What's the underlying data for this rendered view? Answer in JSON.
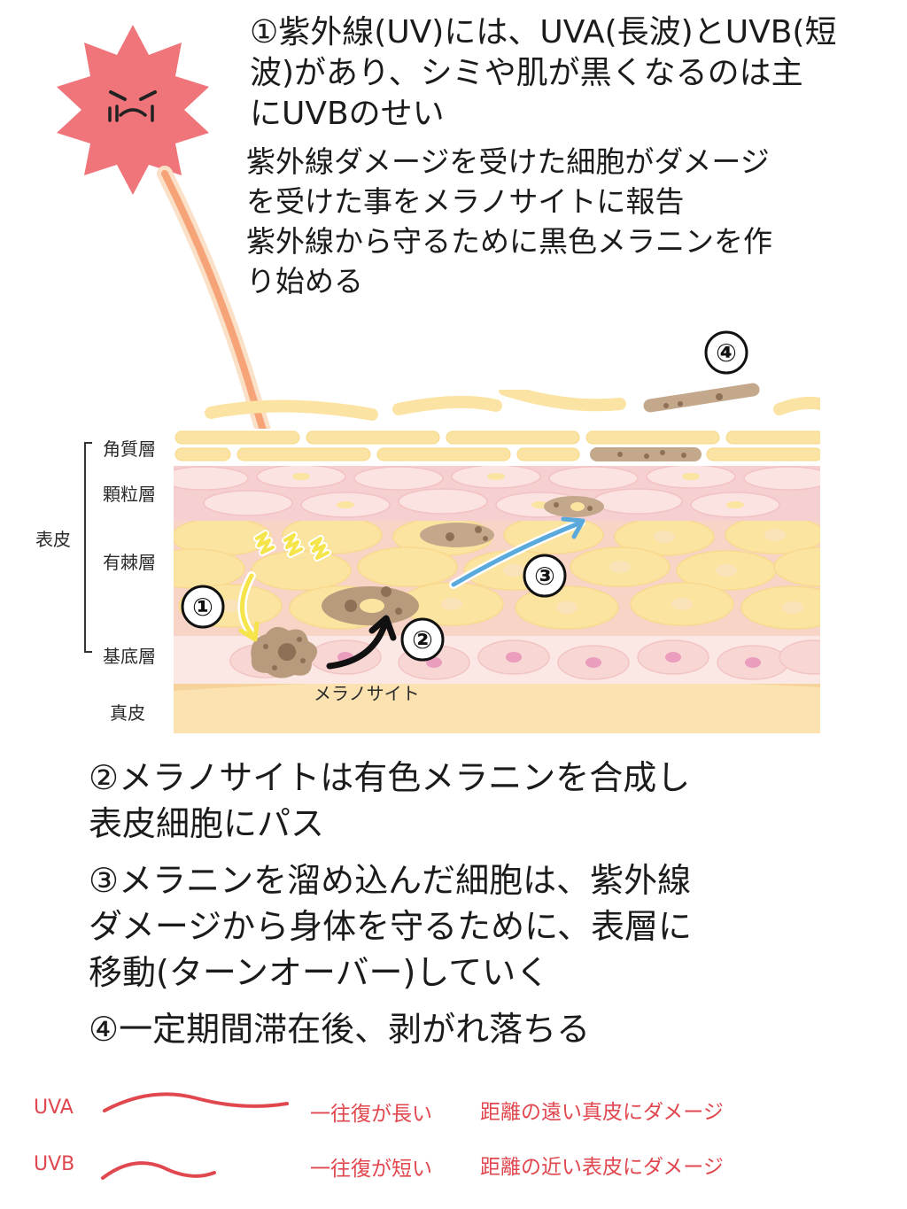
{
  "intro_lines": [
    "①紫外線(UV)には、UVA(長波)とUVB(短",
    "波)があり、シミや肌が黒くなるのは主",
    "にUVBのせい"
  ],
  "desc_lines": [
    "紫外線ダメージを受けた細胞がダメージ",
    "を受けた事をメラノサイトに報告",
    "紫外線から守るために黒色メラニンを作",
    "り始める"
  ],
  "diagram": {
    "epidermis_label": "表皮",
    "layers": {
      "stratum_corneum": "角質層",
      "stratum_granulosum": "顆粒層",
      "stratum_spinosum": "有棘層",
      "stratum_basale": "基底層",
      "dermis": "真皮"
    },
    "melanocyte_label": "メラノサイト",
    "markers": [
      "①",
      "②",
      "③",
      "④"
    ]
  },
  "step2_lines": [
    "②メラノサイトは有色メラニンを合成し",
    "表皮細胞にパス"
  ],
  "step3_lines": [
    "③メラニンを溜め込んだ細胞は、紫外線",
    "ダメージから身体を守るために、表層に",
    "移動(ターンオーバー)していく"
  ],
  "step4_lines": [
    "④一定期間滞在後、剥がれ落ちる"
  ],
  "legend": {
    "uva": {
      "label": "UVA",
      "wave": "一往復が長い",
      "effect": "距離の遠い真皮にダメージ"
    },
    "uvb": {
      "label": "UVB",
      "wave": "一往復が短い",
      "effect": "距離の近い表皮にダメージ"
    }
  },
  "colors": {
    "sun": "#f0757a",
    "uv_arrow": "#f6a378",
    "legend_red": "#e0474e",
    "turnover_arrow": "#5aa9dd",
    "squiggle": "#f5e54a",
    "corneum": "#fbe4a3",
    "granular_pink": "#f6cfd0",
    "spinous_cell": "#fbe4a0",
    "dermis": "#fbe2b0",
    "melanin": "#a08062"
  }
}
